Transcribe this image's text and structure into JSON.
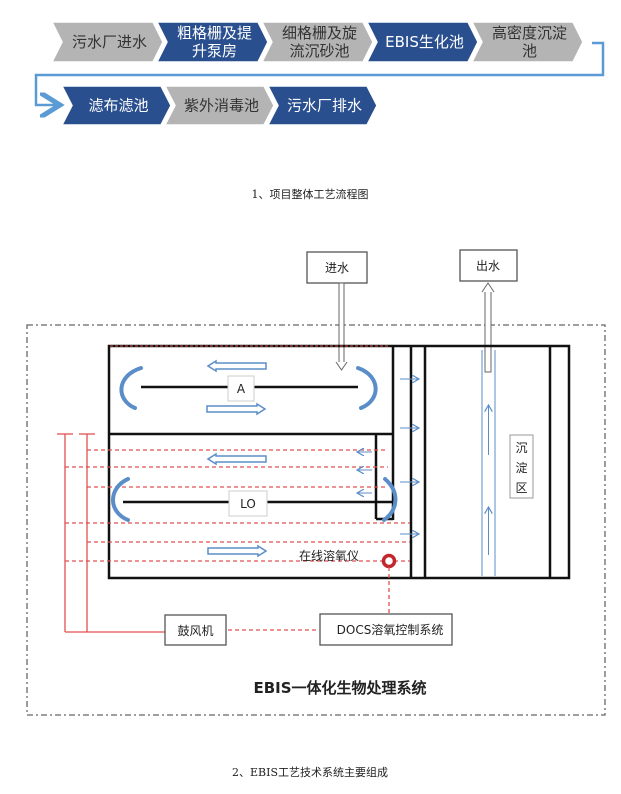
{
  "flow": {
    "row1": [
      {
        "lines": [
          "污水厂进水"
        ],
        "style": "gray"
      },
      {
        "lines": [
          "粗格栅及提",
          "升泵房"
        ],
        "style": "blue"
      },
      {
        "lines": [
          "细格栅及旋",
          "流沉砂池"
        ],
        "style": "gray"
      },
      {
        "lines": [
          "EBIS生化池"
        ],
        "style": "blue"
      },
      {
        "lines": [
          "高密度沉淀",
          "池"
        ],
        "style": "gray"
      }
    ],
    "row2": [
      {
        "lines": [
          "滤布滤池"
        ],
        "style": "blue"
      },
      {
        "lines": [
          "紫外消毒池"
        ],
        "style": "gray"
      },
      {
        "lines": [
          "污水厂排水"
        ],
        "style": "blue"
      }
    ],
    "colors": {
      "blue": "#2a4f8f",
      "gray": "#b4b4b4",
      "connector": "#5b9bd5",
      "blue_text": "#ffffff",
      "gray_text": "#333333"
    }
  },
  "captions": {
    "figure1": "1、项目整体工艺流程图",
    "figure2": "2、EBIS工艺技术系统主要组成"
  },
  "diagram": {
    "inlet_label": "进水",
    "outlet_label": "出水",
    "zone_a_label": "A",
    "zone_lo_label": "LO",
    "settling_zone_label": [
      "沉",
      "淀",
      "区"
    ],
    "do_sensor_label": "在线溶氧仪",
    "blower_label": "鼓风机",
    "do_control_label": "DOCS溶氧控制系统",
    "system_title": "EBIS一体化生物处理系统",
    "colors": {
      "flow_arrow": "#5b8ec9",
      "air_line": "#e05050",
      "sensor": "#c0282d",
      "wall": "#111111"
    }
  }
}
